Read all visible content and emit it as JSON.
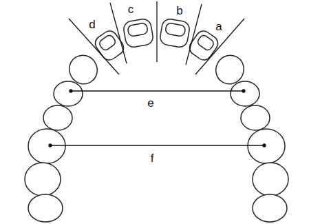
{
  "diagram": {
    "labels": [
      "c",
      "b",
      "d",
      "a",
      "e",
      "f"
    ]
  }
}
